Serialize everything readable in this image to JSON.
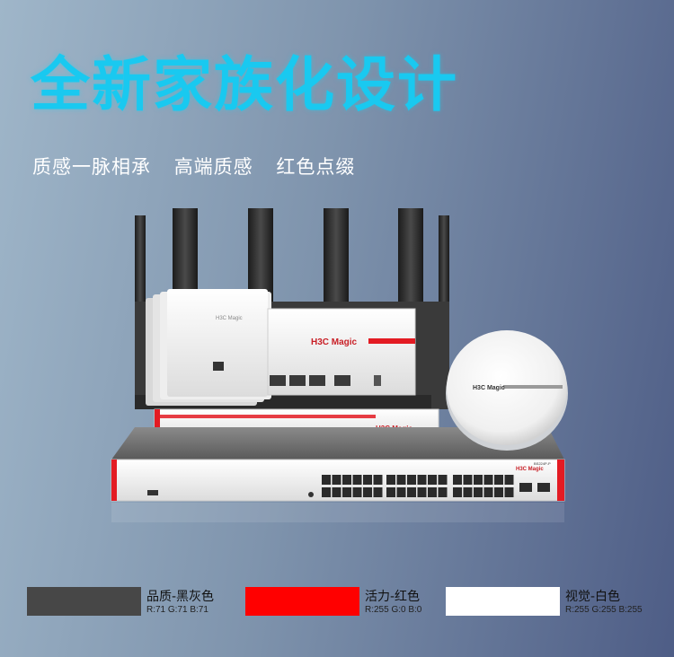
{
  "headline": "全新家族化设计",
  "subline": [
    "质感一脉相承",
    "高端质感",
    "红色点缀"
  ],
  "product_logos": {
    "router": "H3C Magic",
    "switch_top": "H3C Magic",
    "access_point": "H3C Magic",
    "switch_main": "H3C Magic",
    "switch_model": "BS224P-P"
  },
  "swatches": [
    {
      "label": "品质-黑灰色",
      "rgb": "R:71  G:71  B:71",
      "color": "#474747"
    },
    {
      "label": "活力-红色",
      "rgb": "R:255  G:0  B:0",
      "color": "#ff0000"
    },
    {
      "label": "视觉-白色",
      "rgb": "R:255  G:255  B:255",
      "color": "#ffffff"
    }
  ],
  "colors": {
    "headline": "#19c9f0",
    "accent_red": "#e31b23"
  }
}
